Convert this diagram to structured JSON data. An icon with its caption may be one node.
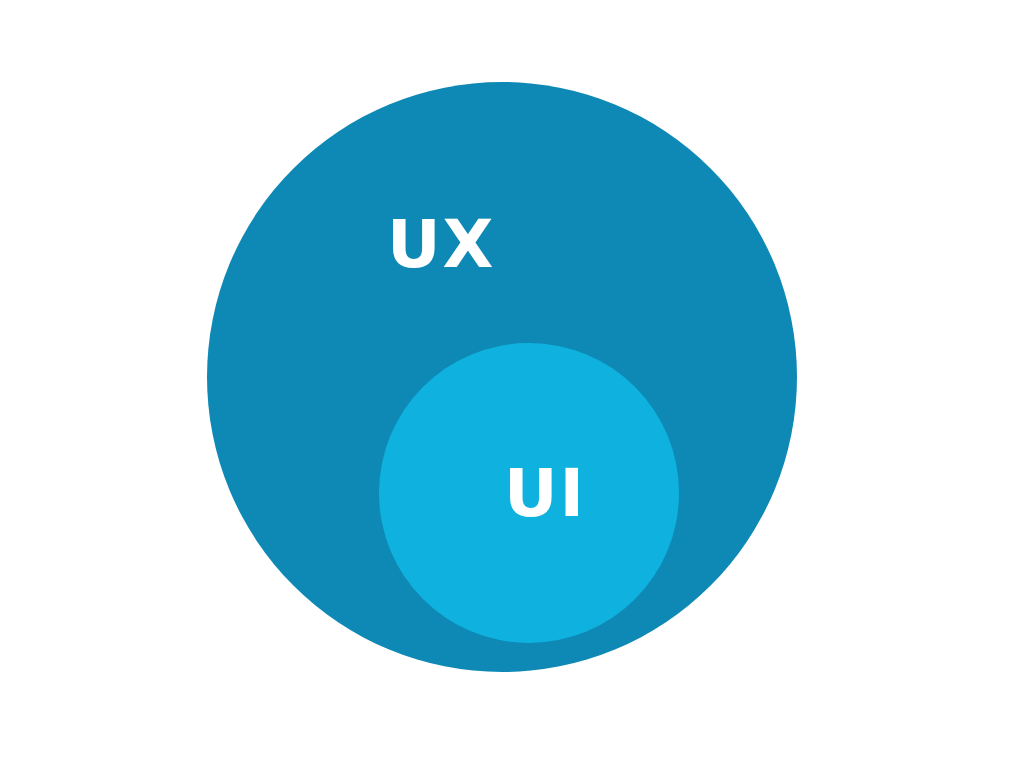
{
  "diagram": {
    "nodes": [
      {
        "text": [
          "UX"
        ]
      },
      {
        "text": [
          "UI"
        ],
        "in": 0
      }
    ]
  }
}
